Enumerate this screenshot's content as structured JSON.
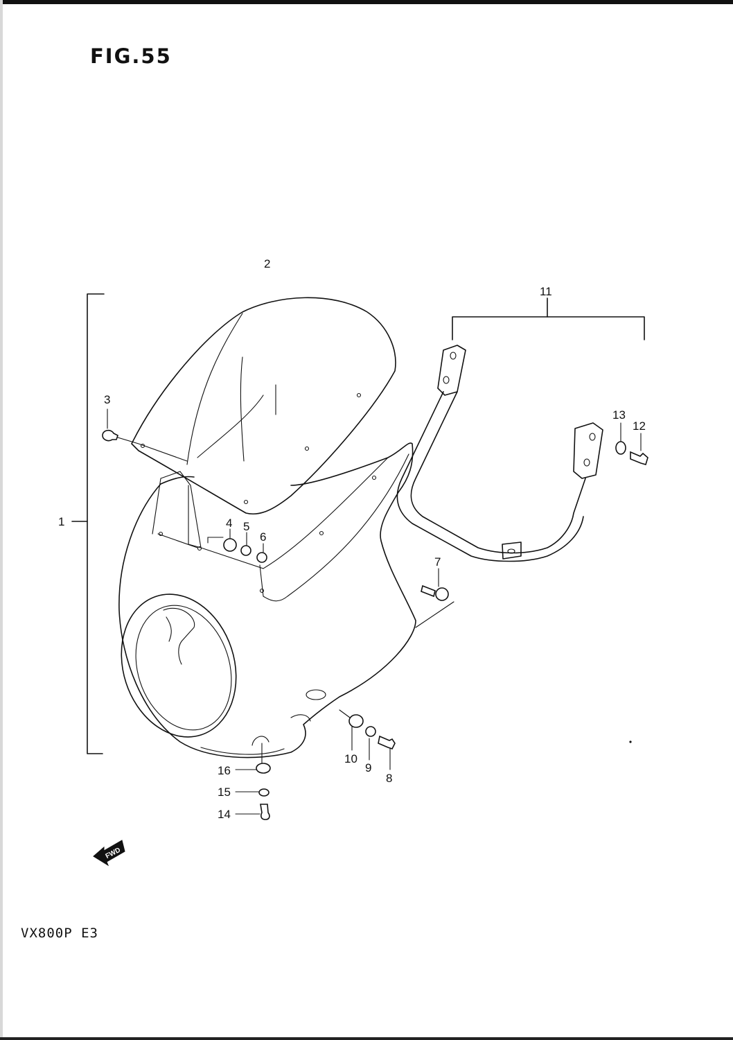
{
  "figure": {
    "title": "FIG.55",
    "model_code": "VX800P  E3",
    "fwd_label": "FWD"
  },
  "callouts": [
    {
      "id": "1",
      "label": "1"
    },
    {
      "id": "2",
      "label": "2"
    },
    {
      "id": "3",
      "label": "3"
    },
    {
      "id": "4",
      "label": "4"
    },
    {
      "id": "5",
      "label": "5"
    },
    {
      "id": "6",
      "label": "6"
    },
    {
      "id": "7",
      "label": "7"
    },
    {
      "id": "8",
      "label": "8"
    },
    {
      "id": "9",
      "label": "9"
    },
    {
      "id": "10",
      "label": "10"
    },
    {
      "id": "11",
      "label": "11"
    },
    {
      "id": "12",
      "label": "12"
    },
    {
      "id": "13",
      "label": "13"
    },
    {
      "id": "14",
      "label": "14"
    },
    {
      "id": "15",
      "label": "15"
    },
    {
      "id": "16",
      "label": "16"
    }
  ]
}
